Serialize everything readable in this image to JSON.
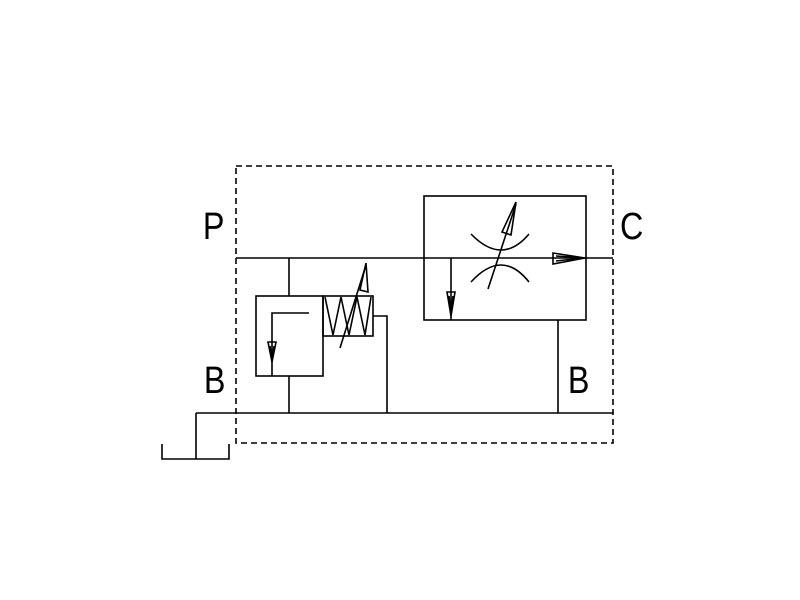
{
  "ports": {
    "p": "P",
    "c": "C",
    "b_left": "B",
    "b_right": "B"
  },
  "colors": {
    "line": "#000000",
    "background": "#ffffff"
  },
  "components": [
    "relief-valve",
    "adjustable-flow-control-with-check",
    "tank"
  ]
}
